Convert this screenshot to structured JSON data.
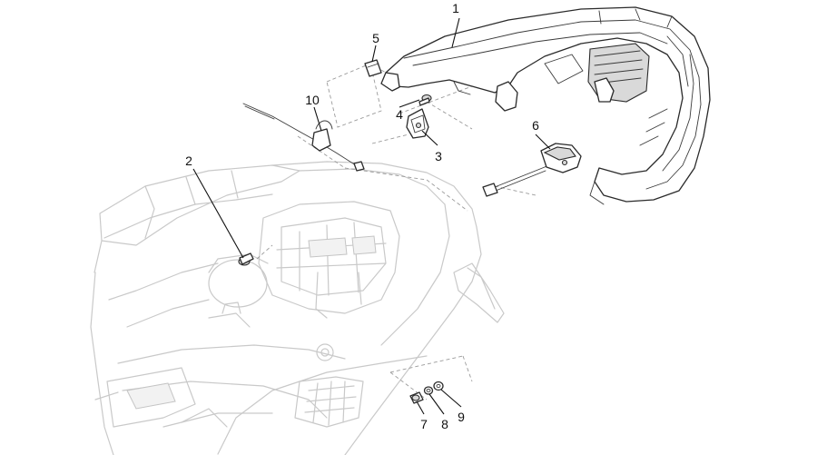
{
  "callouts": [
    {
      "label": "1",
      "part": "grab-rail-carrier"
    },
    {
      "label": "2",
      "part": "bolt"
    },
    {
      "label": "3",
      "part": "clip-bracket"
    },
    {
      "label": "4",
      "part": "screw"
    },
    {
      "label": "5",
      "part": "clip-nut"
    },
    {
      "label": "6",
      "part": "seat-lock-cable-handle"
    },
    {
      "label": "7",
      "part": "bolt"
    },
    {
      "label": "8",
      "part": "spring-washer"
    },
    {
      "label": "9",
      "part": "washer"
    },
    {
      "label": "10",
      "part": "seat-lock-cable"
    }
  ]
}
